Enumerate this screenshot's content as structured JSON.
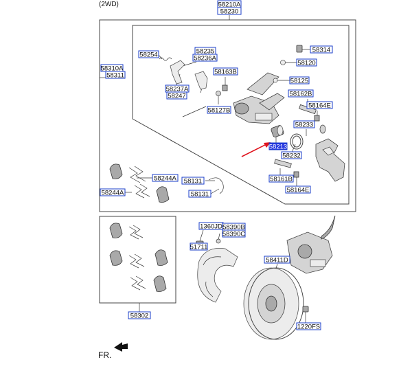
{
  "header": {
    "variant": "(2WD)"
  },
  "labels": [
    {
      "text": "58210A"
    },
    {
      "text": "58230"
    },
    {
      "text": "58310A"
    },
    {
      "text": "58311"
    },
    {
      "text": "58254"
    },
    {
      "text": "58235"
    },
    {
      "text": "58236A"
    },
    {
      "text": "58237A"
    },
    {
      "text": "58247"
    },
    {
      "text": "58163B"
    },
    {
      "text": "58127B"
    },
    {
      "text": "58314"
    },
    {
      "text": "58120"
    },
    {
      "text": "58125"
    },
    {
      "text": "58162B"
    },
    {
      "text": "58164E"
    },
    {
      "text": "58233"
    },
    {
      "text": "58213"
    },
    {
      "text": "58232"
    },
    {
      "text": "58161B"
    },
    {
      "text": "58164E"
    },
    {
      "text": "58244A"
    },
    {
      "text": "58244A"
    },
    {
      "text": "58131"
    },
    {
      "text": "58131"
    },
    {
      "text": "1360JD"
    },
    {
      "text": "58390B"
    },
    {
      "text": "58390C"
    },
    {
      "text": "51711"
    },
    {
      "text": "58411D"
    },
    {
      "text": "1220FS"
    },
    {
      "text": "58302"
    }
  ],
  "selected_label_index": 17,
  "footer": {
    "direction": "FR."
  },
  "colors": {
    "label_border": "#1a3cc8",
    "selected_fill": "#2436e0",
    "pointer": "#e0141e"
  }
}
